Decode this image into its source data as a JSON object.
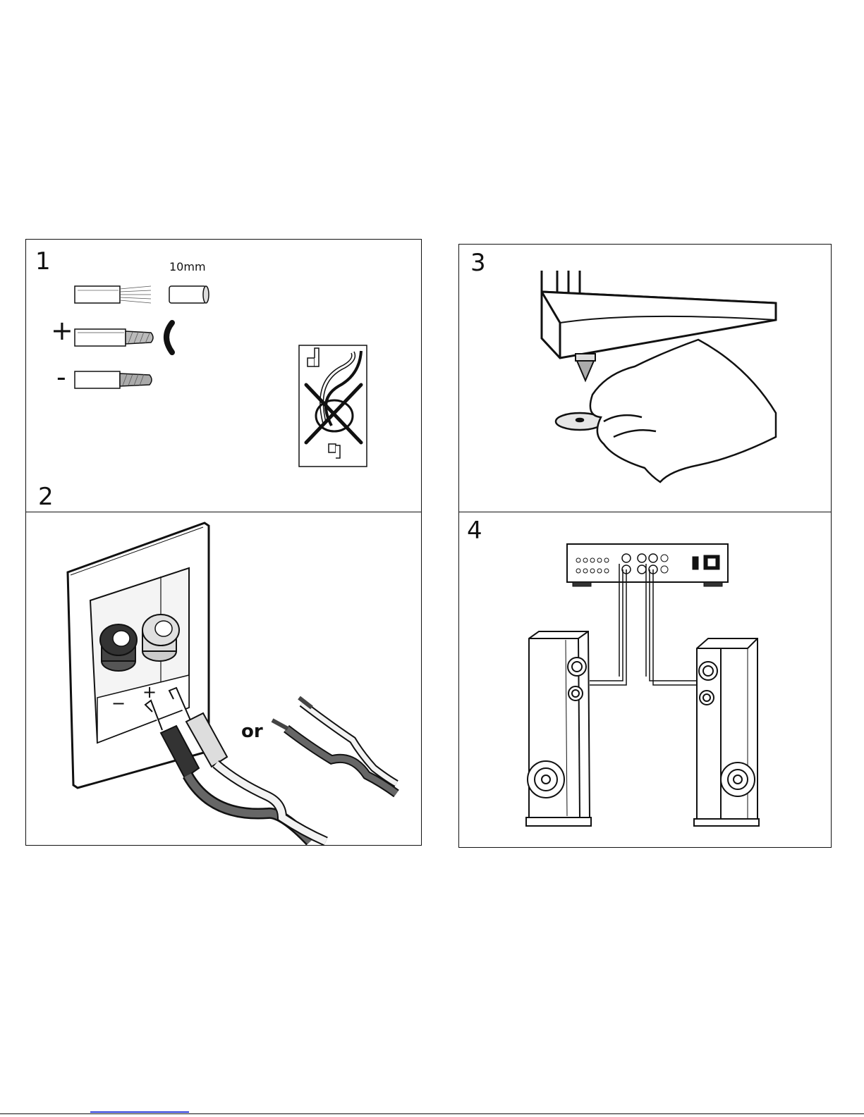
{
  "steps": [
    {
      "number": "1",
      "label_strip": "10mm",
      "label_plus": "+",
      "label_minus": "-"
    },
    {
      "number": "2",
      "label_minus": "−",
      "label_plus": "+",
      "label_or": "or"
    },
    {
      "number": "3"
    },
    {
      "number": "4"
    }
  ],
  "colors": {
    "line": "#111111",
    "wire_dark": "#555555",
    "wire_light": "#e8e8e8",
    "link": "#2a3bd6"
  }
}
